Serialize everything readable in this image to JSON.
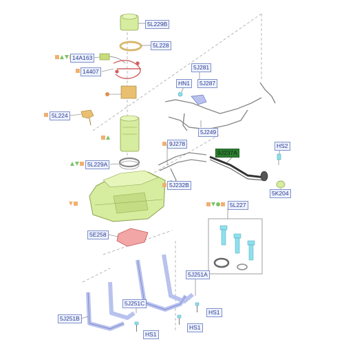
{
  "labels": {
    "5L229B": "5L229B",
    "5L228": "5L228",
    "14A163": "14A163",
    "14407": "14407",
    "5J281": "5J281",
    "HN1": "HN1",
    "5J287": "5J287",
    "5L224": "5L224",
    "5J249": "5J249",
    "9J278": "9J278",
    "9J237A": "9J237A",
    "HS2": "HS2",
    "5L229A": "5L229A",
    "5J232B": "5J232B",
    "5K204": "5K204",
    "5L227": "5L227",
    "5E258": "5E258",
    "5J251A": "5J251A",
    "5J251C": "5J251C",
    "5J251B": "5J251B",
    "HS1_a": "HS1",
    "HS1_b": "HS1",
    "HS1_c": "HS1"
  },
  "colors": {
    "label_border": "#7f8fc9",
    "label_text": "#2a3a8c",
    "label_bg": "#eef3ff",
    "highlight": "#2e7d32",
    "tank_green": "#d6ec9e",
    "pump_red": "#f2a6a6",
    "bracket_blue": "#b9c2ee",
    "bolt_cyan": "#8fe0ee",
    "orange_symbol": "#f0b070",
    "green_symbol": "#7ac36a"
  }
}
